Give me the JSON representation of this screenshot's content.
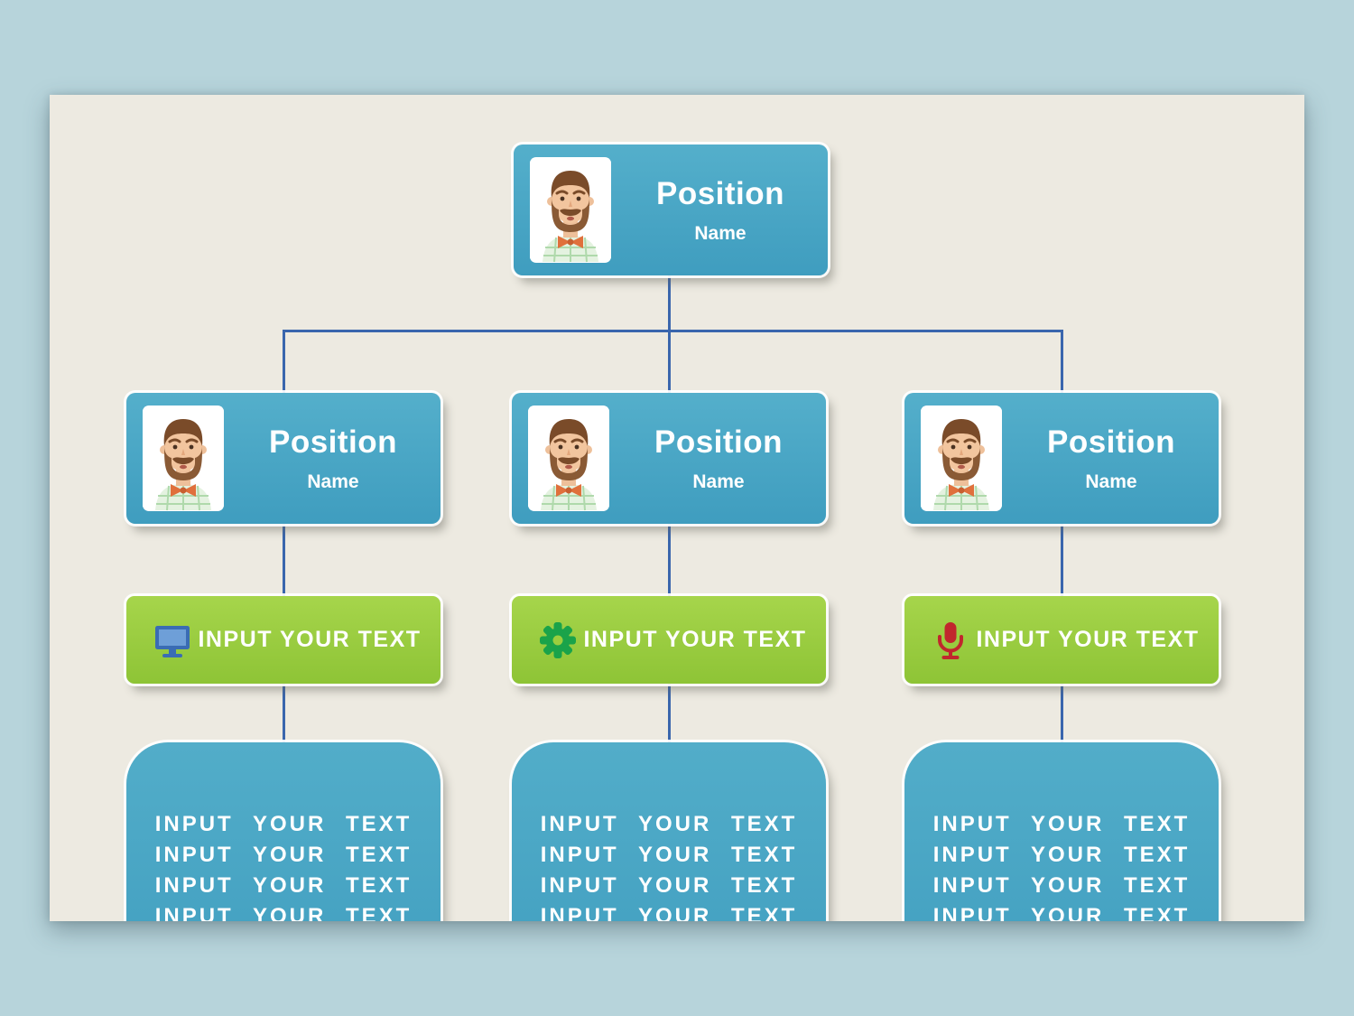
{
  "page": {
    "background": "#b7d4db",
    "slide_background": "#edeae1"
  },
  "colors": {
    "card_blue": "#47a6c5",
    "box_green": "#9bce3e",
    "connector_blue": "#3a66ad",
    "text_white": "#ffffff",
    "monitor_icon": "#3a6cb4",
    "gear_icon": "#1aa34a",
    "microphone_icon": "#c1272d"
  },
  "root_card": {
    "position": "Position",
    "name": "Name",
    "avatar": "man-avatar"
  },
  "branches": [
    {
      "card": {
        "position": "Position",
        "name": "Name",
        "avatar": "man-avatar"
      },
      "green_box": {
        "icon": "monitor-icon",
        "icon_color": "#3a6cb4",
        "label": "INPUT YOUR TEXT"
      },
      "text_box": {
        "lines": [
          "INPUT YOUR TEXT",
          "INPUT YOUR TEXT",
          "INPUT YOUR TEXT",
          "INPUT YOUR TEXT"
        ]
      }
    },
    {
      "card": {
        "position": "Position",
        "name": "Name",
        "avatar": "man-avatar"
      },
      "green_box": {
        "icon": "gear-icon",
        "icon_color": "#1aa34a",
        "label": "INPUT YOUR TEXT"
      },
      "text_box": {
        "lines": [
          "INPUT YOUR TEXT",
          "INPUT YOUR TEXT",
          "INPUT YOUR TEXT",
          "INPUT YOUR TEXT"
        ]
      }
    },
    {
      "card": {
        "position": "Position",
        "name": "Name",
        "avatar": "man-avatar"
      },
      "green_box": {
        "icon": "microphone-icon",
        "icon_color": "#c1272d",
        "label": "INPUT YOUR TEXT"
      },
      "text_box": {
        "lines": [
          "INPUT YOUR TEXT",
          "INPUT YOUR TEXT",
          "INPUT YOUR TEXT",
          "INPUT YOUR TEXT"
        ]
      }
    }
  ]
}
